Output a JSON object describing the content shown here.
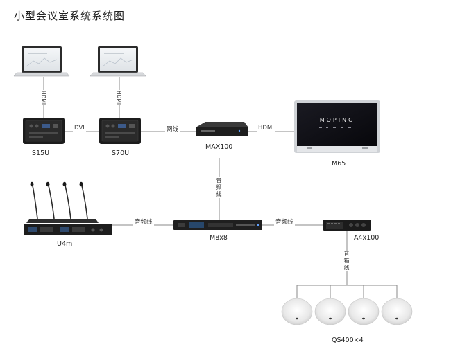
{
  "title": "小型会议室系统系统图",
  "devices": {
    "s15u": "S15U",
    "s70u": "S70U",
    "max100": "MAX100",
    "m65": "M65",
    "u4m": "U4m",
    "m8x8": "M8x8",
    "a4x100": "A4x100",
    "qs400": "QS400×4"
  },
  "screen_brand": "MOPING",
  "connections": {
    "hdmi_left": "HDMI",
    "hdmi_mid": "HDMI",
    "dvi": "DVI",
    "network": "网线",
    "hdmi_right": "HDMI",
    "audio_line_left": "音频线",
    "audio_line_right": "音频线",
    "audio_vertical": [
      "音",
      "频",
      "线"
    ],
    "speaker_vertical": [
      "音",
      "箱",
      "线"
    ]
  },
  "colors": {
    "line": "#8a8a8a",
    "device_dark": "#1c1c1c",
    "screen_bg": "#0e0e14",
    "bezel": "#cfd2d6"
  }
}
